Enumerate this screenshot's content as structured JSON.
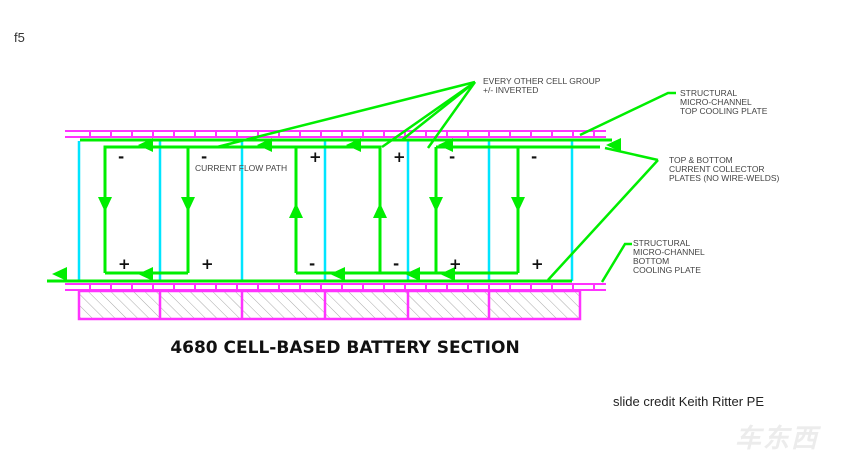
{
  "slide_label": "f5",
  "title": "4680 CELL-BASED BATTERY SECTION",
  "credit": "slide credit Keith Ritter PE",
  "watermark": "车东西",
  "labels": {
    "current_flow": "CURRENT FLOW PATH",
    "inverted_1": "EVERY OTHER CELL GROUP",
    "inverted_2": "+/- INVERTED",
    "top_plate_1": "STRUCTURAL",
    "top_plate_2": "MICRO-CHANNEL",
    "top_plate_3": "TOP COOLING PLATE",
    "collector_1": "TOP & BOTTOM",
    "collector_2": "CURRENT COLLECTOR",
    "collector_3": "PLATES (NO WIRE-WELDS)",
    "bottom_plate_1": "STRUCTURAL",
    "bottom_plate_2": "MICRO-CHANNEL",
    "bottom_plate_3": "BOTTOM",
    "bottom_plate_4": "COOLING PLATE"
  },
  "cells": [
    {
      "top": "-",
      "bottom": "+",
      "flow": "down"
    },
    {
      "top": "-",
      "bottom": "+",
      "flow": "down"
    },
    {
      "top": "+",
      "bottom": "-",
      "flow": "up"
    },
    {
      "top": "+",
      "bottom": "-",
      "flow": "up"
    },
    {
      "top": "-",
      "bottom": "+",
      "flow": "down"
    },
    {
      "top": "-",
      "bottom": "+",
      "flow": "down"
    }
  ],
  "colors": {
    "plate": "#ff33ff",
    "collector": "#00ee00",
    "cell": "#00e5ff",
    "text": "#444444"
  }
}
